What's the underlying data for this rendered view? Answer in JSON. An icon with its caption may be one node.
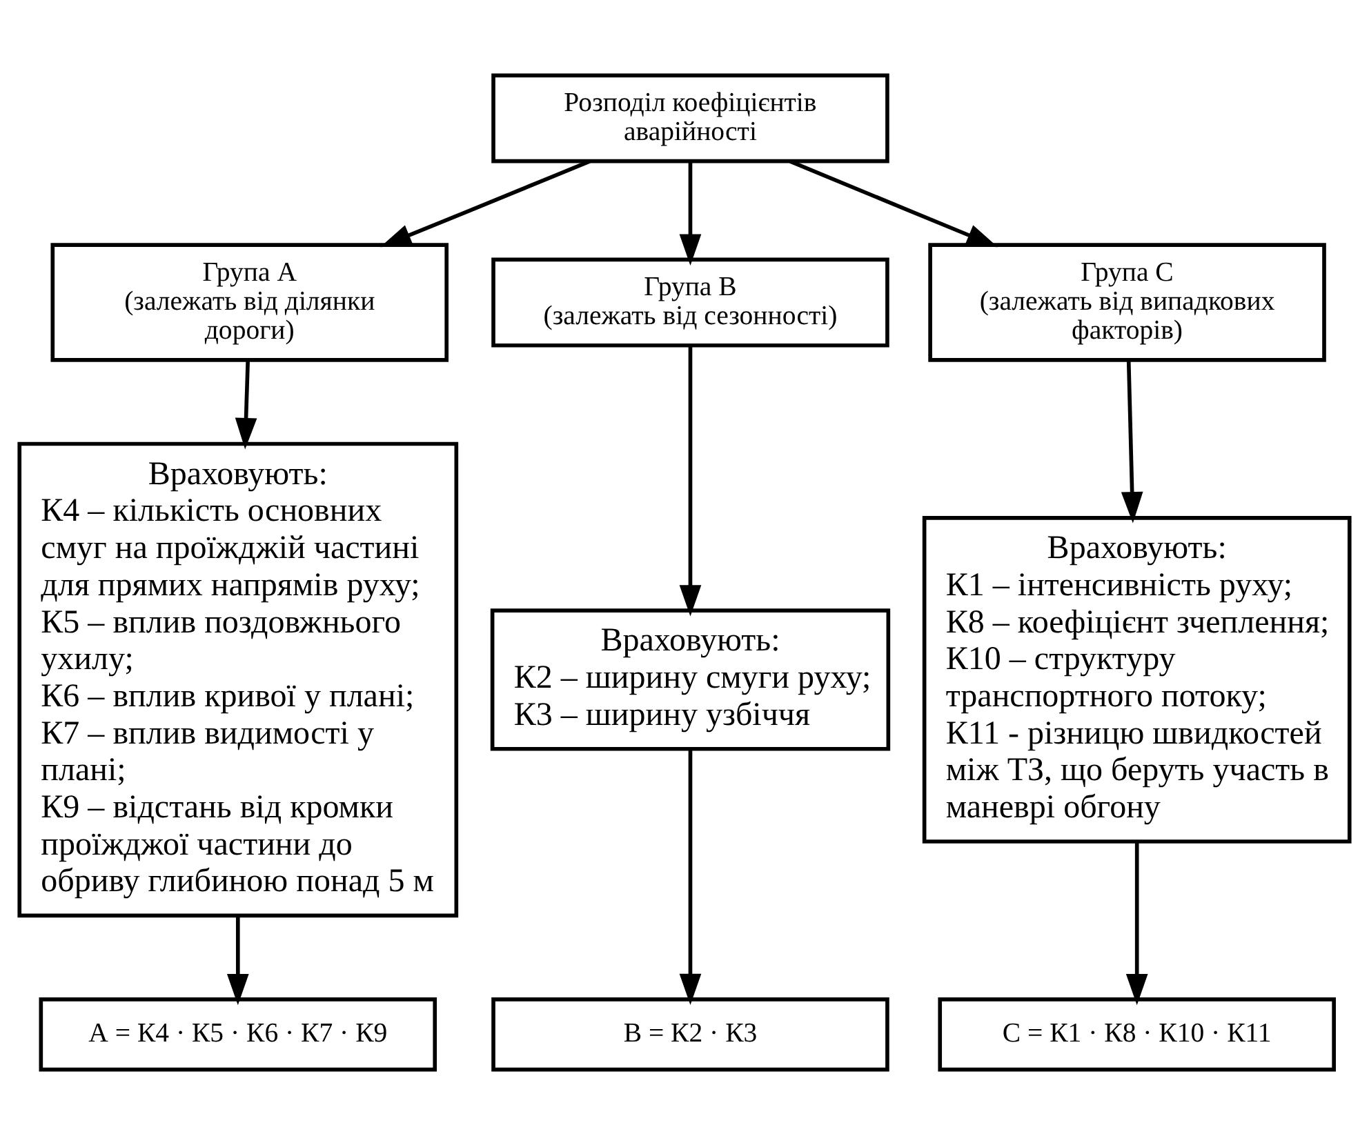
{
  "diagram": {
    "nodes": [
      {
        "text": [
          "Розподіл коефіцієнтів аварійності"
        ]
      },
      {
        "text": [
          "Група А",
          "(залежать від ділянки дороги)"
        ]
      },
      {
        "text": [
          "Група В",
          "(залежать від сезонності)"
        ]
      },
      {
        "text": [
          "Група С",
          "(залежать від випадкових факторів)"
        ]
      },
      {
        "text": [
          "Враховують:",
          "К4 – кількість основних смуг на проїжджій частині для прямих напрямів руху;",
          "К5 – вплив поздовжнього ухилу;",
          "К6 – вплив кривої у плані;",
          "К7 – вплив видимості у плані;",
          "К9 – відстань від кромки проїжджої частини до обриву глибиною понад 5 м"
        ]
      },
      {
        "text": [
          "Враховують:",
          "К2 – ширину смуги руху;",
          "К3 – ширину узбіччя"
        ]
      },
      {
        "text": [
          "Враховують:",
          "К1 – інтенсивність руху;",
          "К8 – коефіцієнт зчеплення;",
          "К10 – структуру транспортного потоку;",
          "К11 - різницю швидкостей між ТЗ, що беруть участь в маневрі обгону"
        ]
      },
      {
        "text": [
          "А = К4 · К5 · К6 · К7 · К9"
        ]
      },
      {
        "text": [
          "В = К2 · К3"
        ]
      },
      {
        "text": [
          "С = К1 · К8 · К10 · К11"
        ]
      }
    ],
    "edges": [
      {
        "from": 0,
        "to": 1,
        "arrow": "to"
      },
      {
        "from": 0,
        "to": 2,
        "arrow": "to"
      },
      {
        "from": 0,
        "to": 3,
        "arrow": "to"
      },
      {
        "from": 1,
        "to": 4,
        "arrow": "to"
      },
      {
        "from": 2,
        "to": 5,
        "arrow": "to"
      },
      {
        "from": 3,
        "to": 6,
        "arrow": "to"
      },
      {
        "from": 4,
        "to": 7,
        "arrow": "to"
      },
      {
        "from": 5,
        "to": 8,
        "arrow": "to"
      },
      {
        "from": 6,
        "to": 9,
        "arrow": "to"
      }
    ]
  }
}
